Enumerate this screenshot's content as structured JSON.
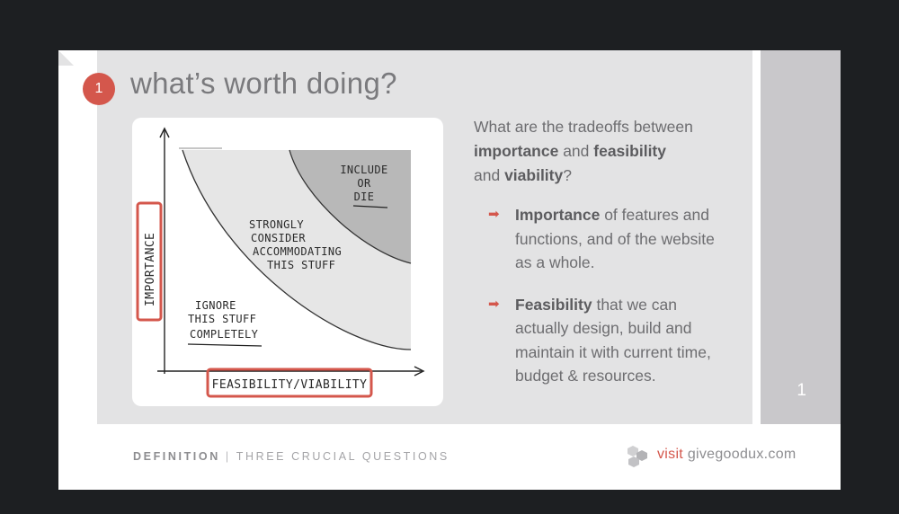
{
  "slide": {
    "step_number": "1",
    "title": "what’s worth doing?",
    "page_number": "1"
  },
  "sketch": {
    "y_axis_label": "IMPORTANCE",
    "x_axis_label": "FEASIBILITY/VIABILITY",
    "zone_top_lines": [
      "INCLUDE",
      "OR",
      "DIE"
    ],
    "zone_middle_lines": [
      "STRONGLY",
      "CONSIDER",
      "ACCOMMODATING",
      "THIS STUFF"
    ],
    "zone_bottom_lines": [
      "IGNORE",
      "THIS STUFF",
      "COMPLETELY"
    ]
  },
  "intro": {
    "line1": "What are the tradeoffs between",
    "term1": "importance",
    "and": " and ",
    "term2": "feasibility",
    "line3_prefix": "and ",
    "term3": "viability",
    "line3_suffix": "?"
  },
  "bullets": [
    {
      "term": "Importance",
      "rest": " of features and functions, and of the website as a whole."
    },
    {
      "term": "Feasibility",
      "rest": " that we can actually design, build and maintain it with current time, budget & resources."
    }
  ],
  "footer": {
    "section": "DEFINITION",
    "separator": "|",
    "subtitle": "THREE CRUCIAL QUESTIONS",
    "visit": "visit",
    "site": "givegoodux.com",
    "logo_icon": "cube-cluster-icon"
  },
  "colors": {
    "accent": "#d4574c",
    "panel": "#e3e3e4",
    "side_bar": "#c9c8cb",
    "background": "#1d1f22"
  }
}
